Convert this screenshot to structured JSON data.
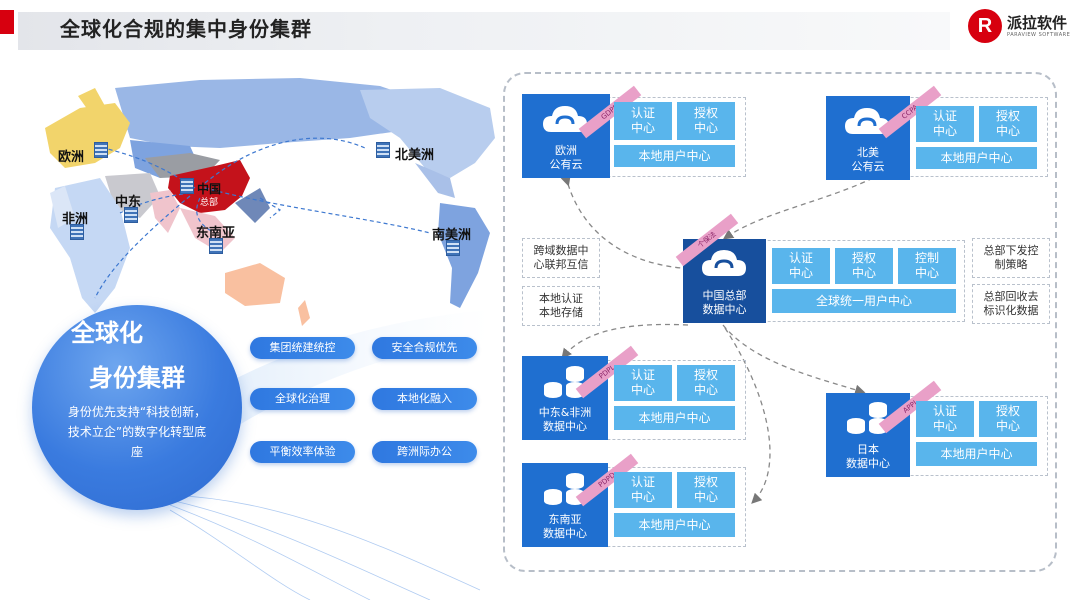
{
  "header": {
    "title": "全球化合规的集中身份集群"
  },
  "logo": {
    "name": "派拉软件",
    "subtitle": "PARAVIEW SOFTWARE",
    "mark": "R"
  },
  "map": {
    "labels": {
      "europe": "欧洲",
      "middle_east": "中东",
      "africa": "非洲",
      "china": "中国",
      "hq": "总部",
      "southeast_asia": "东南亚",
      "north_america": "北美洲",
      "south_america": "南美洲"
    }
  },
  "hero": {
    "title_line1": "全球化",
    "title_line2": "身份集群",
    "description": "身份优先支持“科技创新，技术立企”的数字化转型底座"
  },
  "pills": [
    "集团统建统控",
    "安全合规优先",
    "全球化治理",
    "本地化融入",
    "平衡效率体验",
    "跨洲际办公"
  ],
  "regions": {
    "eu": {
      "name": "欧洲\n公有云",
      "badge": "GDPR",
      "auth": "认证\n中心",
      "authz": "授权\n中心",
      "local": "本地用户中心"
    },
    "na": {
      "name": "北美\n公有云",
      "badge": "CCPA",
      "auth": "认证\n中心",
      "authz": "授权\n中心",
      "local": "本地用户中心"
    },
    "hq": {
      "name": "中国总部\n数据中心",
      "badge": "个保法",
      "auth": "认证\n中心",
      "authz": "授权\n中心",
      "control": "控制\n中心",
      "unified": "全球统一用户中心"
    },
    "mea": {
      "name": "中东&非洲\n数据中心",
      "badge": "PDPL",
      "auth": "认证\n中心",
      "authz": "授权\n中心",
      "local": "本地用户中心"
    },
    "jp": {
      "name": "日本\n数据中心",
      "badge": "APPI",
      "auth": "认证\n中心",
      "authz": "授权\n中心",
      "local": "本地用户中心"
    },
    "sea": {
      "name": "东南亚\n数据中心",
      "badge": "PDPD",
      "auth": "认证\n中心",
      "authz": "授权\n中心",
      "local": "本地用户中心"
    }
  },
  "notes": {
    "cross_border": "跨域数据中\n心联邦互信",
    "local_storage": "本地认证\n本地存储",
    "policy": "总部下发控\n制策略",
    "recall": "总部回收去\n标识化数据"
  },
  "colors": {
    "brand_red": "#d7000f",
    "node_blue": "#1f6fd0",
    "hq_blue": "#174f9d",
    "tag_blue": "#59b5ec",
    "china_red": "#c4121b"
  }
}
